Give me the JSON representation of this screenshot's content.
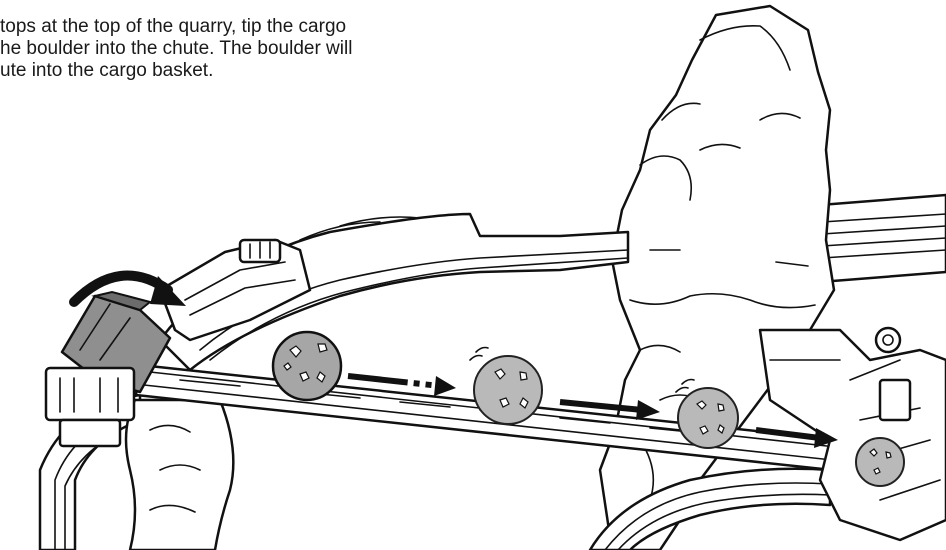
{
  "instructions": {
    "lines": [
      "tops at the top of the quarry, tip the cargo",
      "he boulder into the chute. The boulder will",
      "ute into the cargo basket."
    ]
  },
  "colors": {
    "ink": "#111111",
    "boulder": "#a6a6a6",
    "cargo_car": "#8f8f8f",
    "background": "#ffffff"
  },
  "icons": [
    "tip-arrow-icon",
    "motion-arrow-icon"
  ]
}
